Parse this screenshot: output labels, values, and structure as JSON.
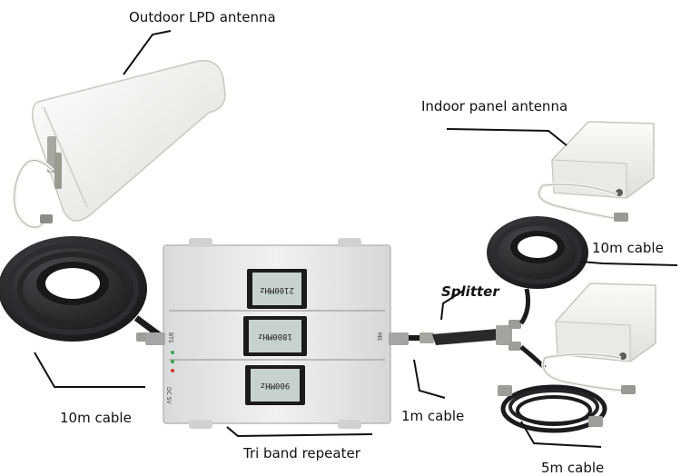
{
  "labels": {
    "outdoor_antenna": "Outdoor LPD antenna",
    "indoor_antenna": "Indoor panel antenna",
    "cable_10m_right": "10m cable",
    "splitter": "Splitter",
    "cable_10m_left": "10m cable",
    "cable_1m": "1m cable",
    "repeater": "Tri band repeater",
    "cable_5m": "5m cable"
  },
  "repeater": {
    "bands": [
      "2100MHz",
      "1800MHz",
      "900MHz"
    ],
    "port_left": "BTS",
    "port_right": "MS",
    "power": "DC 5V"
  },
  "colors": {
    "cable": "#1c1c1e",
    "antenna_body": "#f2f2ef",
    "repeater_body": "#e6e7e9",
    "lcd": "#c8d2cc"
  }
}
